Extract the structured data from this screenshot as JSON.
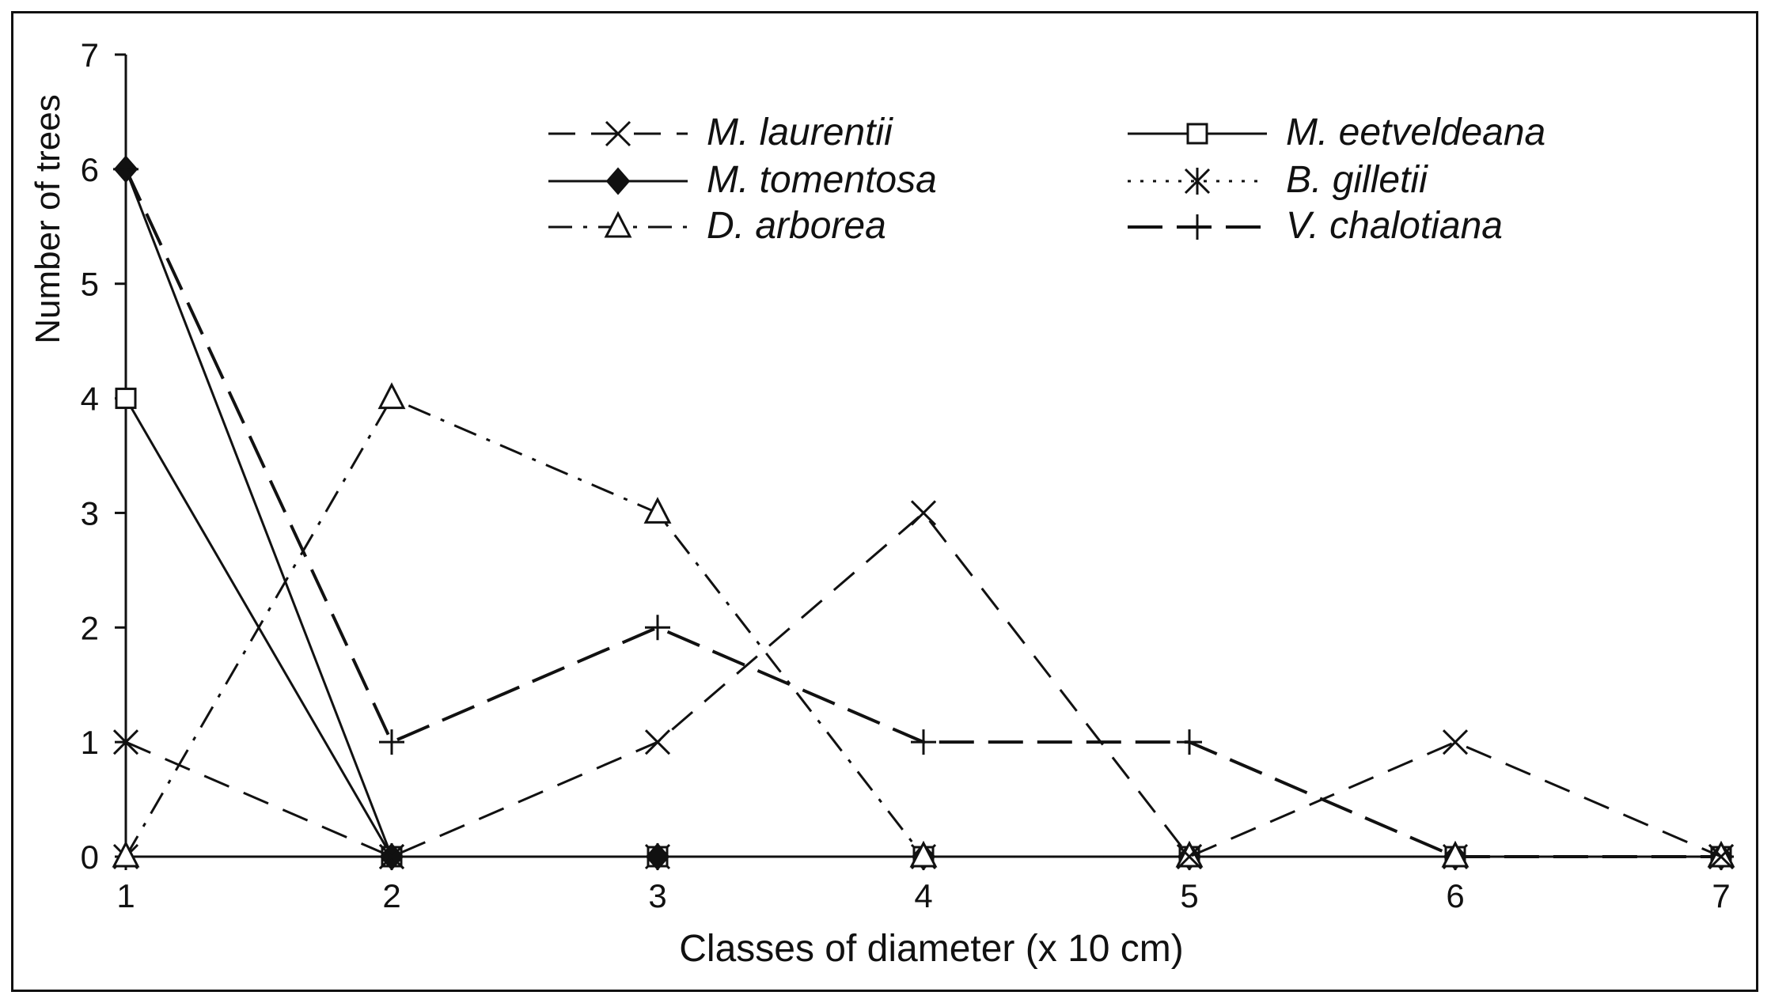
{
  "chart_data": {
    "type": "line",
    "title": "",
    "xlabel": "Classes of diameter (x 10 cm)",
    "ylabel": "Number of trees",
    "x": [
      1,
      2,
      3,
      4,
      5,
      6,
      7
    ],
    "xlim": [
      1,
      7
    ],
    "ylim": [
      0,
      7
    ],
    "yticks": [
      0,
      1,
      2,
      3,
      4,
      5,
      6,
      7
    ],
    "grid": false,
    "legend_position": "top-right",
    "series": [
      {
        "name": "M. laurentii",
        "values": [
          1,
          0,
          1,
          3,
          0,
          1,
          0
        ],
        "marker": "x",
        "dash": "dashed"
      },
      {
        "name": "M. eetveldeana",
        "values": [
          4,
          0,
          0,
          0,
          0,
          0,
          0
        ],
        "marker": "square",
        "dash": "solid"
      },
      {
        "name": "M. tomentosa",
        "values": [
          6,
          0,
          0,
          0,
          0,
          0,
          0
        ],
        "marker": "diamond",
        "dash": "solid"
      },
      {
        "name": "B. gilletii",
        "values": [
          0,
          0,
          0,
          0,
          0,
          0,
          0
        ],
        "marker": "asterisk",
        "dash": "dotted"
      },
      {
        "name": "D. arborea",
        "values": [
          0,
          4,
          3,
          0,
          0,
          0,
          0
        ],
        "marker": "triangle",
        "dash": "dashdot"
      },
      {
        "name": "V. chalotiana",
        "values": [
          6,
          1,
          2,
          1,
          1,
          0,
          0
        ],
        "marker": "plus",
        "dash": "longdash"
      }
    ]
  }
}
